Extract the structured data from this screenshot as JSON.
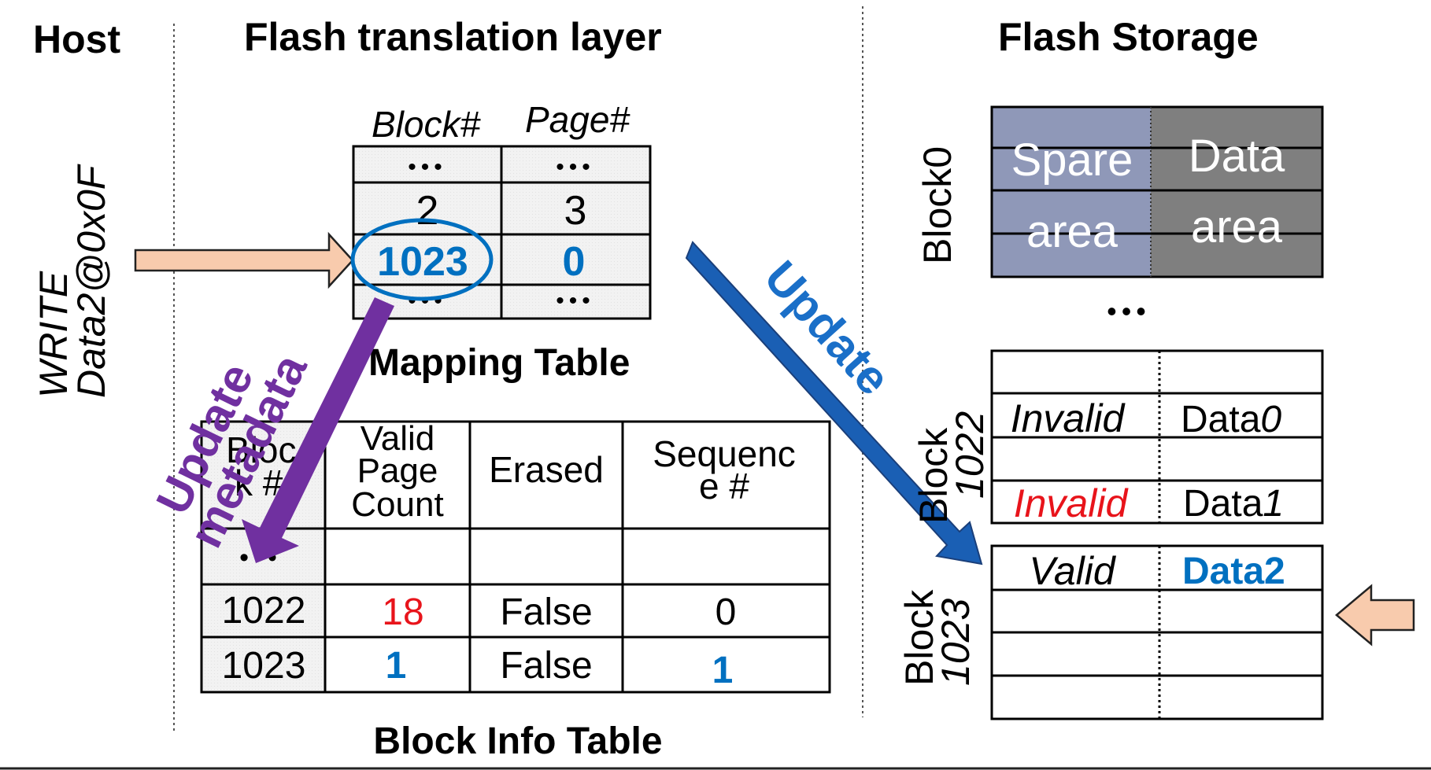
{
  "headings": {
    "host": "Host",
    "ftl": "Flash translation layer",
    "storage": "Flash Storage"
  },
  "host": {
    "command_line1": "WRITE",
    "command_line2": "Data2@0x0F"
  },
  "mapping_table": {
    "caption": "Mapping Table",
    "columns": [
      "Block#",
      "Page#"
    ],
    "rows": [
      [
        "•••",
        "•••"
      ],
      [
        "2",
        "3"
      ],
      [
        "1023",
        "0"
      ],
      [
        "•••",
        "•••"
      ]
    ]
  },
  "block_info_table": {
    "caption": "Block Info Table",
    "headers": {
      "block_line1": "Bloc",
      "block_line2": "k #",
      "valid_line1": "Valid",
      "valid_line2": "Page",
      "valid_line3": "Count",
      "erased": "Erased",
      "seq_line1": "Sequenc",
      "seq_line2": "e #"
    },
    "rows": [
      [
        "•••",
        "",
        "",
        ""
      ],
      [
        "1022",
        "18",
        "False",
        "0"
      ],
      [
        "1023",
        "1",
        "False",
        "1"
      ]
    ]
  },
  "arrows": {
    "update_metadata_line1": "Update",
    "update_metadata_line2": "metadata",
    "update": "Update"
  },
  "storage": {
    "block0": {
      "label": "Block0",
      "spare_line1": "Spare",
      "spare_line2": "area",
      "data_line1": "Data",
      "data_line2": "area"
    },
    "ellipsis": "•••",
    "block1022": {
      "label_line1": "Block",
      "label_line2": "1022",
      "row1_status": "Invalid",
      "row1_data_prefix": "Data",
      "row1_data_suffix": "0",
      "row2_status": "Invalid",
      "row2_data_prefix": "Data",
      "row2_data_suffix": "1"
    },
    "block1023": {
      "label_line1": "Block",
      "label_line2": "1023",
      "row1_status": "Valid",
      "row1_data": "Data2"
    }
  },
  "colors": {
    "blue": "#0070c0",
    "red": "#e8141b",
    "purple": "#7030a0",
    "arrow_blue": "#1a5fb4",
    "peach": "#f8cbad",
    "peach_border": "#222222",
    "spare_fill": "#8f98b8",
    "data_fill": "#7f7f7f",
    "cell_gray": "#f2f2f2"
  }
}
